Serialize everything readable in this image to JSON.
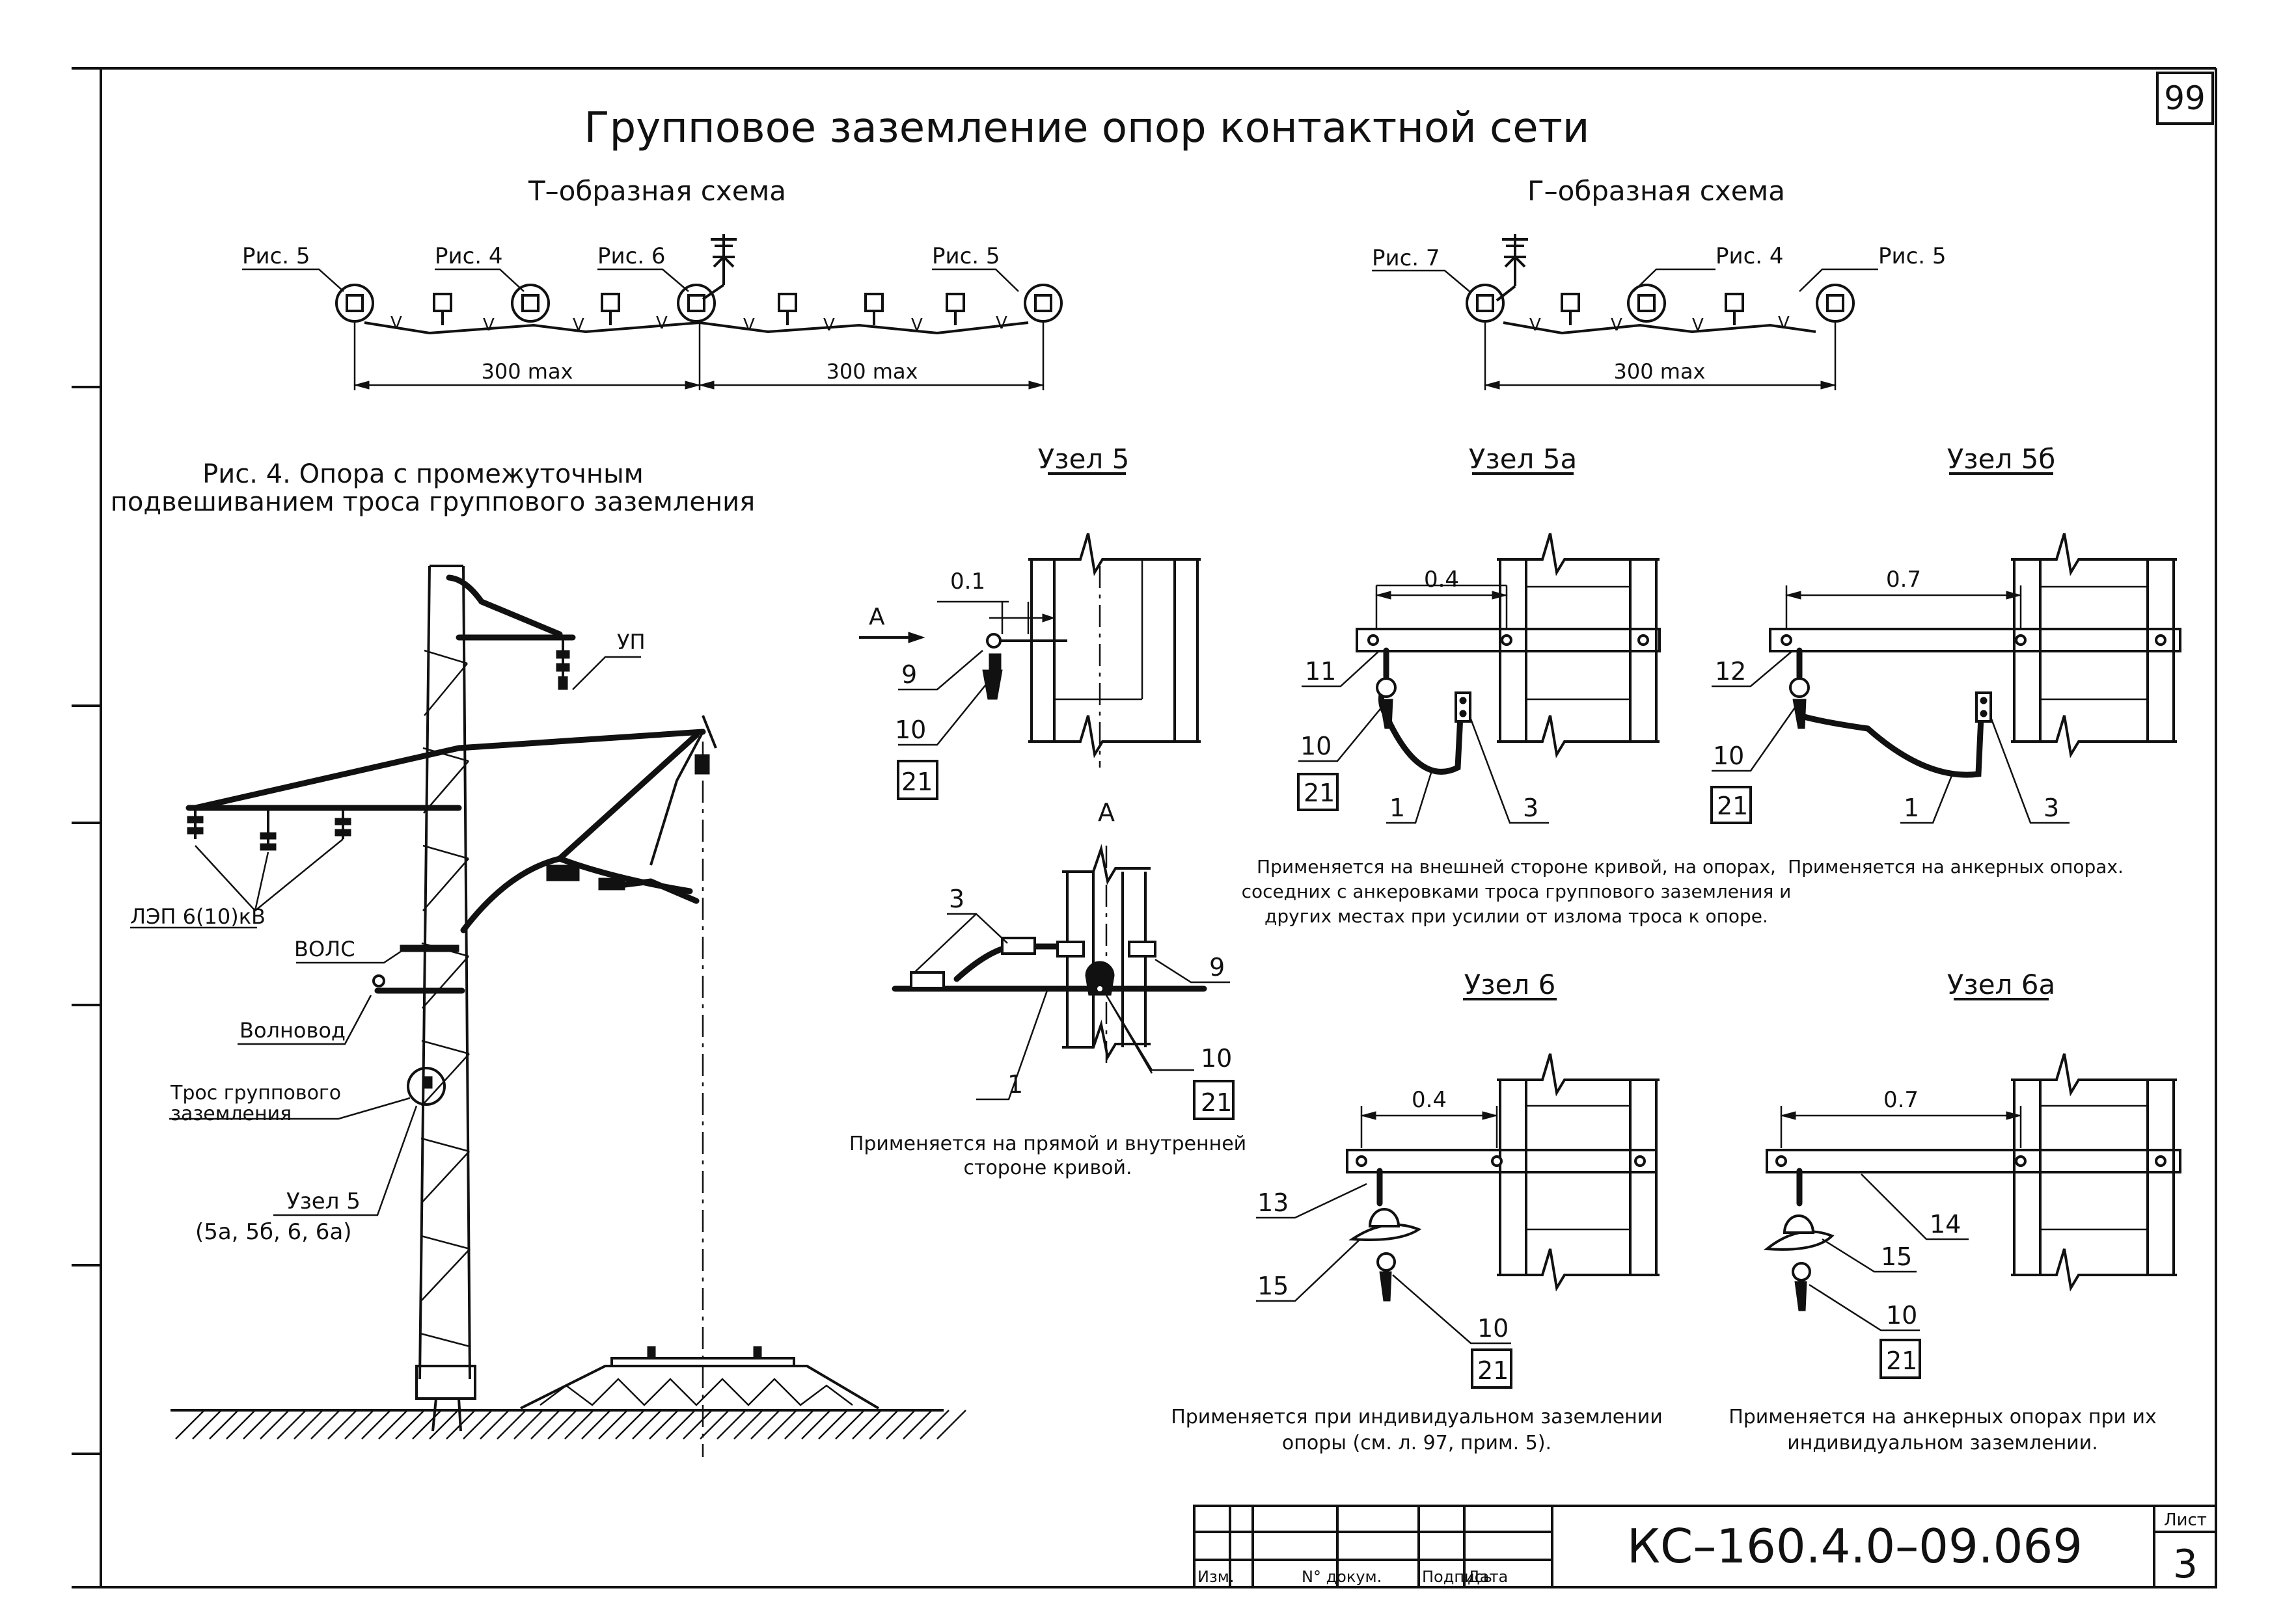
{
  "sheet_number": "99",
  "title": "Групповое заземление опор контактной сети",
  "t_scheme": {
    "title": "Т–образная схема",
    "ris5_left": "Рис. 5",
    "ris4": "Рис. 4",
    "ris6": "Рис. 6",
    "ris5_right": "Рис. 5",
    "dim_left": "300 max",
    "dim_right": "300 max",
    "v": "V"
  },
  "g_scheme": {
    "title": "Г–образная схема",
    "ris7": "Рис. 7",
    "ris4": "Рис. 4",
    "ris5": "Рис. 5",
    "dim": "300 max",
    "v": "V"
  },
  "fig4": {
    "caption_line1": "Рис. 4. Опора с промежуточным",
    "caption_line2": "подвешиванием троса группового заземления",
    "up": "УП",
    "lep": "ЛЭП 6(10)кВ",
    "vols": "ВОЛС",
    "volnovod": "Волновод",
    "tros_line1": "Трос группового",
    "tros_line2": "заземления",
    "uzel_line1": "Узел 5",
    "uzel_line2": "(5а, 5б, 6, 6а)"
  },
  "uzel5": {
    "title": "Узел 5",
    "dim": "0.1",
    "arrow_label": "А",
    "view_label": "А",
    "pos9": "9",
    "pos10": "10",
    "pos21": "21",
    "view_pos3": "3",
    "view_pos9": "9",
    "view_pos1": "1",
    "view_pos10": "10",
    "view_pos21": "21",
    "note_line1": "Применяется на прямой и внутренней",
    "note_line2": "стороне кривой."
  },
  "uzel5a": {
    "title": "Узел 5а",
    "dim": "0.4",
    "pos11": "11",
    "pos10": "10",
    "pos21": "21",
    "pos1": "1",
    "pos3": "3",
    "note_line1": "Применяется на внешней стороне кривой, на опорах,",
    "note_line2": "соседних с анкеровками троса группового заземления и",
    "note_line3": "других местах при усилии от излома троса к опоре."
  },
  "uzel5b": {
    "title": "Узел 5б",
    "dim": "0.7",
    "pos12": "12",
    "pos10": "10",
    "pos21": "21",
    "pos1": "1",
    "pos3": "3",
    "note": "Применяется на анкерных опорах."
  },
  "uzel6": {
    "title": "Узел 6",
    "dim": "0.4",
    "pos13": "13",
    "pos15": "15",
    "pos10": "10",
    "pos21": "21",
    "note_line1": "Применяется при индивидуальном заземлении",
    "note_line2": "опоры (см. л. 97, прим. 5)."
  },
  "uzel6a": {
    "title": "Узел 6а",
    "dim": "0.7",
    "pos14": "14",
    "pos15": "15",
    "pos10": "10",
    "pos21": "21",
    "note_line1": "Применяется на анкерных опорах при их",
    "note_line2": "индивидуальном заземлении."
  },
  "stamp": {
    "izm": "Изм.",
    "ndok": "N° докум.",
    "podpis": "Подпись",
    "data": "Дата",
    "code": "КС–160.4.0–09.069",
    "list_label": "Лист",
    "list_num": "3"
  }
}
